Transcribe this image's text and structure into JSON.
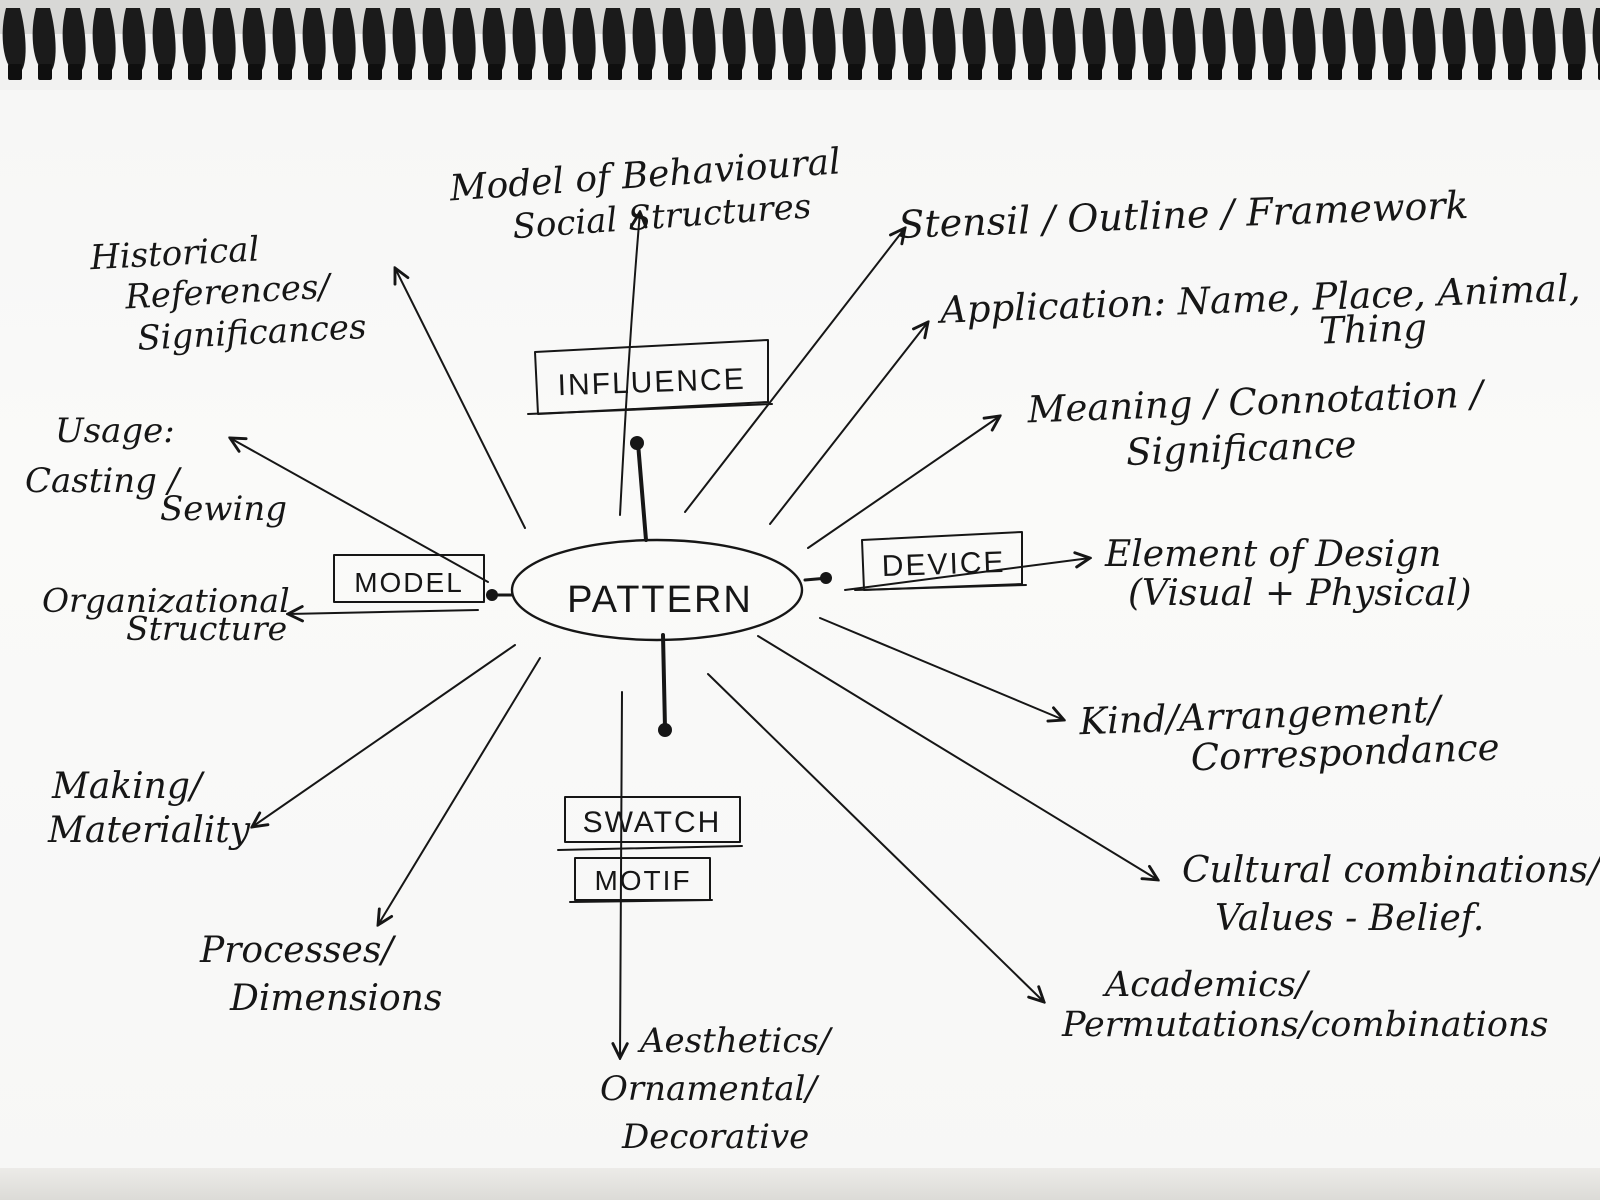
{
  "center": {
    "label": "PATTERN"
  },
  "boxes": {
    "influence": "INFLUENCE",
    "model": "MODEL",
    "device": "DEVICE",
    "swatch": "SWATCH",
    "motif": "MOTIF"
  },
  "branches": {
    "behavioural": [
      "Model of Behavioural",
      "Social Structures"
    ],
    "historical": [
      "Historical",
      "References/",
      "Significances"
    ],
    "usage": [
      "Usage:",
      "Casting /",
      "Sewing"
    ],
    "organizational": [
      "Organizational",
      "Structure"
    ],
    "making": [
      "Making/",
      "Materiality"
    ],
    "processes": [
      "Processes/",
      "Dimensions"
    ],
    "aesthetics": [
      "Aesthetics/",
      "Ornamental/",
      "Decorative"
    ],
    "stensil": [
      "Stensil / Outline / Framework"
    ],
    "application": [
      "Application: Name, Place, Animal,",
      "Thing"
    ],
    "meaning": [
      "Meaning / Connotation /",
      "Significance"
    ],
    "element": [
      "Element of Design",
      "(Visual + Physical)"
    ],
    "kind": [
      "Kind/Arrangement/",
      "Correspondance"
    ],
    "cultural": [
      "Cultural combinations/",
      "Values - Belief."
    ],
    "academics": [
      "Academics/",
      "Permutations/combinations"
    ]
  }
}
